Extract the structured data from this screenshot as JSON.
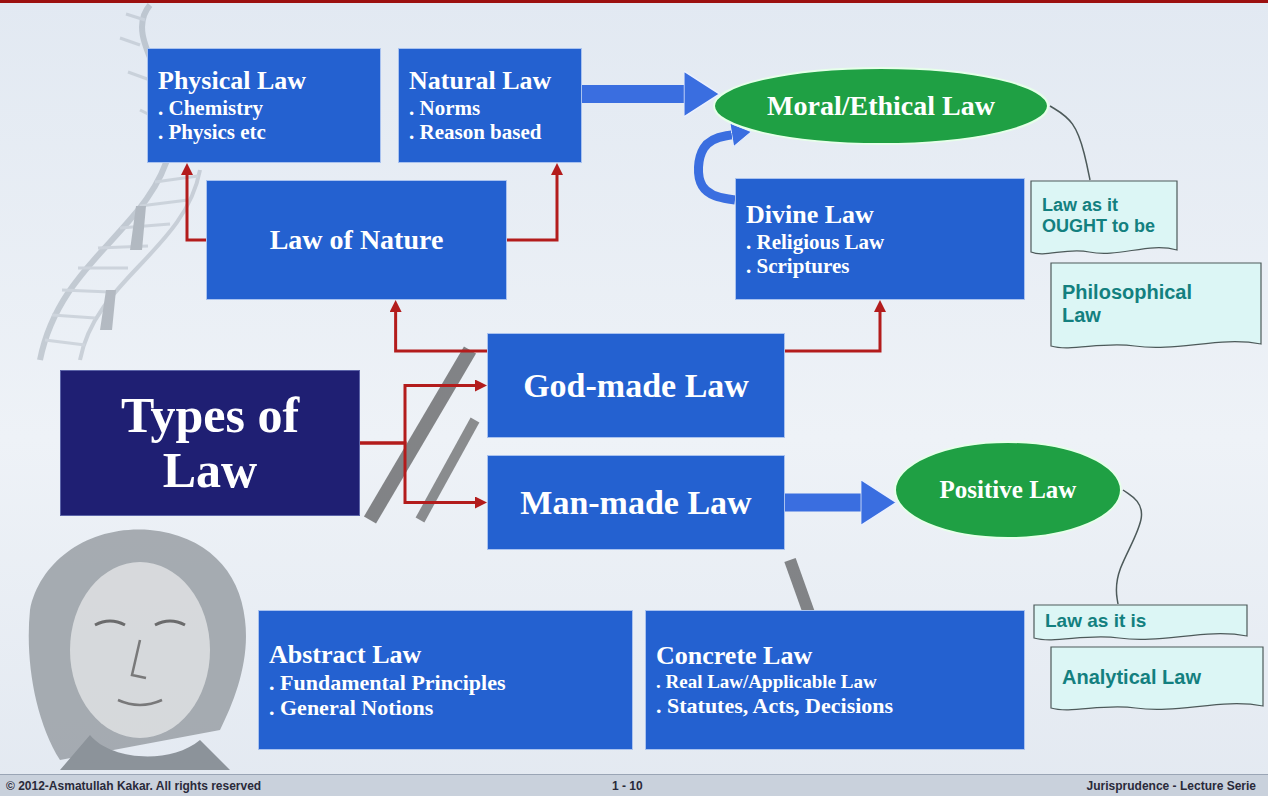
{
  "diagram": {
    "nodes": [
      {
        "text": [
          "Physical Law",
          ". Chemistry",
          ". Physics etc"
        ]
      },
      {
        "text": [
          "Natural Law",
          ". Norms",
          ". Reason based"
        ]
      },
      {
        "text": [
          "Moral/Ethical Law"
        ]
      },
      {
        "text": [
          "Law of Nature"
        ]
      },
      {
        "text": [
          "Divine Law",
          ". Religious Law",
          ". Scriptures"
        ]
      },
      {
        "text": [
          "Law as it OUGHT to be"
        ]
      },
      {
        "text": [
          "Philosophical Law"
        ]
      },
      {
        "text": [
          "Types of Law"
        ]
      },
      {
        "text": [
          "God-made Law"
        ]
      },
      {
        "text": [
          "Man-made Law"
        ]
      },
      {
        "text": [
          "Positive Law"
        ]
      },
      {
        "text": [
          "Law as it is"
        ]
      },
      {
        "text": [
          "Analytical Law"
        ]
      },
      {
        "text": [
          "Abstract Law",
          ". Fundamental Principles",
          ". General Notions"
        ]
      },
      {
        "text": [
          "Concrete Law",
          ". Real Law/Applicable Law",
          ". Statutes, Acts, Decisions"
        ]
      }
    ],
    "edges": [
      {
        "from": 7,
        "to": 8,
        "arrow": "to"
      },
      {
        "from": 7,
        "to": 9,
        "arrow": "to"
      },
      {
        "from": 8,
        "to": 3,
        "arrow": "to"
      },
      {
        "from": 8,
        "to": 4,
        "arrow": "to"
      },
      {
        "from": 3,
        "to": 0,
        "arrow": "to"
      },
      {
        "from": 3,
        "to": 1,
        "arrow": "to"
      },
      {
        "from": 1,
        "to": 2,
        "arrow": "to"
      },
      {
        "from": 4,
        "to": 2,
        "arrow": "to"
      },
      {
        "from": 9,
        "to": 10,
        "arrow": "to"
      },
      {
        "from": 2,
        "to": 5,
        "arrow": "none"
      },
      {
        "from": 10,
        "to": 11,
        "arrow": "none"
      }
    ],
    "labels": [
      "© 2012-Asmatullah Kakar. All rights reserved",
      "1 - 10",
      "Jurisprudence - Lecture Serie"
    ]
  }
}
